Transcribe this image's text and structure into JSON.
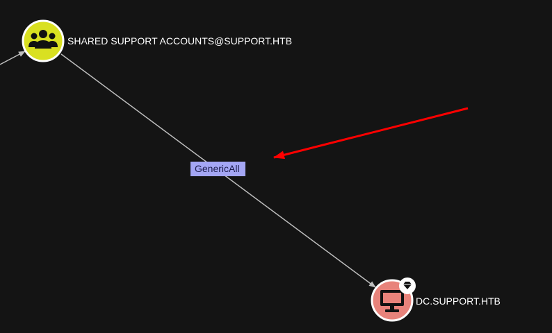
{
  "graph": {
    "nodes": {
      "group": {
        "label": "SHARED SUPPORT ACCOUNTS@SUPPORT.HTB",
        "icon": "users-group-icon",
        "fill": "#d9e021"
      },
      "computer": {
        "label": "DC.SUPPORT.HTB",
        "icon": "monitor-icon",
        "badge_icon": "diamond-gem-icon",
        "fill": "#e8837b"
      }
    },
    "edges": {
      "main": {
        "label": "GenericAll",
        "label_bg": "#a4a6f4"
      }
    },
    "annotation": {
      "arrow_color": "#ff0000"
    },
    "colors": {
      "background": "#141414",
      "edge": "#bdbdbd",
      "node_border": "#ffffff"
    }
  }
}
